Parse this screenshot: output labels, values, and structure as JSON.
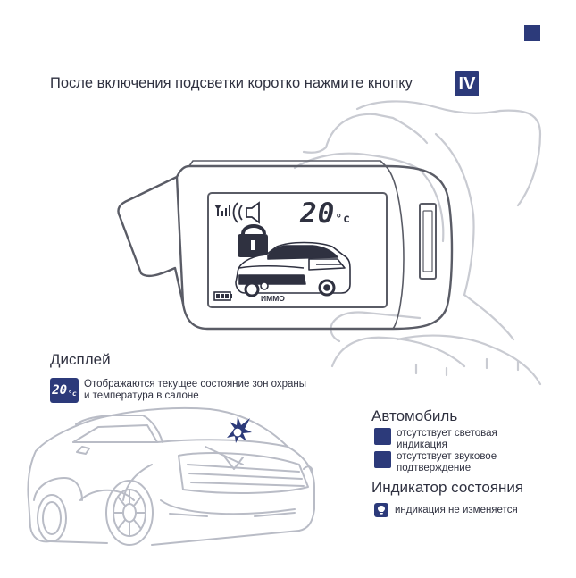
{
  "instruction": {
    "text": "После включения подсветки коротко нажмите кнопку",
    "button_label": "IV"
  },
  "lcd": {
    "temperature": "20",
    "temp_unit": "°c",
    "immo_label": "ИММО"
  },
  "display_section": {
    "title": "Дисплей",
    "badge_temp": "20",
    "badge_unit": "°c",
    "description_line1": "Отображаются текущее состояние зон охраны",
    "description_line2": "и температура в салоне"
  },
  "car_section": {
    "title": "Автомобиль",
    "items": [
      {
        "line1": "отсутствует световая",
        "line2": "индикация"
      },
      {
        "line1": "отсутствует звуковое",
        "line2": "подтверждение"
      }
    ]
  },
  "status_section": {
    "title": "Индикатор состояния",
    "item": "индикация не изменяется"
  },
  "colors": {
    "accent": "#2c3a7a",
    "text": "#2f3140",
    "outline": "#5a5c66",
    "light_gray": "#c9cbd2"
  },
  "icons": [
    "signal-icon",
    "speaker-icon",
    "lock-icon",
    "car-icon",
    "battery-icon",
    "flash-icon",
    "bulb-icon"
  ]
}
